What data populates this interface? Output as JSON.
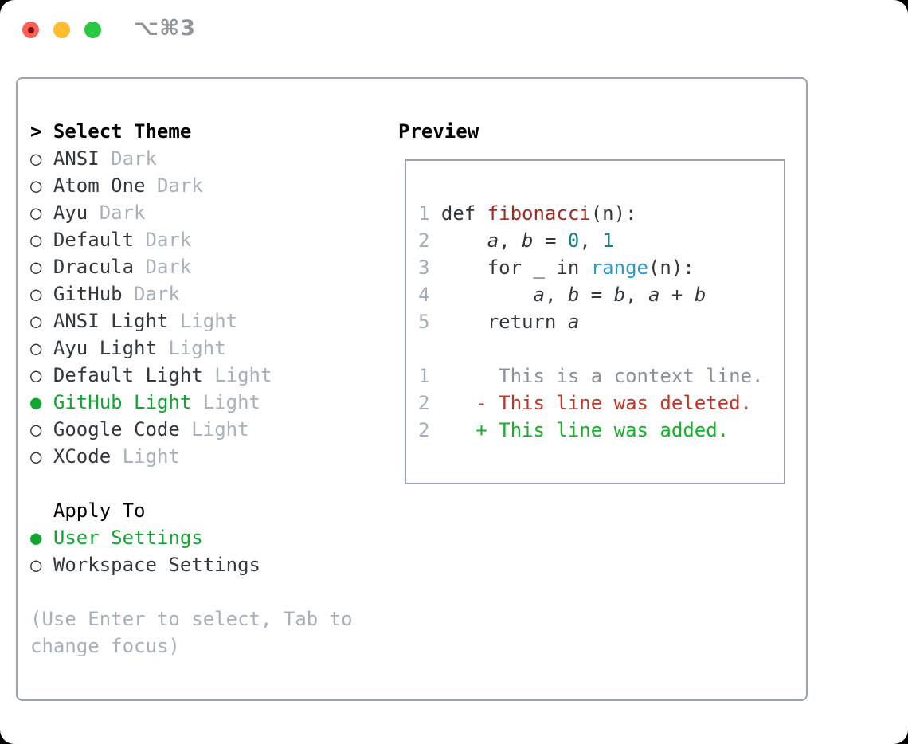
{
  "titlebar": {
    "title": "⌥⌘3",
    "traffic_lights": {
      "close_color": "#fd5f57",
      "close_unsaved_dot_color": "#7d0f08",
      "minimize_color": "#febc2e",
      "zoom_color": "#28c840"
    }
  },
  "sidebar": {
    "header_marker": ">",
    "header": "Select Theme",
    "markers": {
      "selected": "●",
      "unselected": "○"
    },
    "themes": [
      {
        "marker": "○",
        "name": "ANSI",
        "tag": "Dark",
        "selected": false
      },
      {
        "marker": "○",
        "name": "Atom One",
        "tag": "Dark",
        "selected": false
      },
      {
        "marker": "○",
        "name": "Ayu",
        "tag": "Dark",
        "selected": false
      },
      {
        "marker": "○",
        "name": "Default",
        "tag": "Dark",
        "selected": false
      },
      {
        "marker": "○",
        "name": "Dracula",
        "tag": "Dark",
        "selected": false
      },
      {
        "marker": "○",
        "name": "GitHub",
        "tag": "Dark",
        "selected": false
      },
      {
        "marker": "○",
        "name": "ANSI Light",
        "tag": "Light",
        "selected": false
      },
      {
        "marker": "○",
        "name": "Ayu Light",
        "tag": "Light",
        "selected": false
      },
      {
        "marker": "○",
        "name": "Default Light",
        "tag": "Light",
        "selected": false
      },
      {
        "marker": "●",
        "name": "GitHub Light",
        "tag": "Light",
        "selected": true
      },
      {
        "marker": "○",
        "name": "Google Code",
        "tag": "Light",
        "selected": false
      },
      {
        "marker": "○",
        "name": "XCode",
        "tag": "Light",
        "selected": false
      }
    ],
    "apply_to": {
      "label": "Apply To",
      "options": [
        {
          "marker": "●",
          "name": "User Settings",
          "selected": true
        },
        {
          "marker": "○",
          "name": "Workspace Settings",
          "selected": false
        }
      ]
    },
    "hint_line1": "(Use Enter to select, Tab to",
    "hint_line2": "change focus)"
  },
  "preview": {
    "label": "Preview",
    "code": [
      {
        "num": "1",
        "s0": "def ",
        "s1": "fibonacci",
        "s2": "(n):"
      },
      {
        "num": "2",
        "s0": "    ",
        "s1": "a",
        "s2": ", ",
        "s3": "b",
        "s4": " = ",
        "s5": "0",
        "s6": ", ",
        "s7": "1"
      },
      {
        "num": "3",
        "s0": "    for _ in ",
        "s1": "range",
        "s2": "(n):"
      },
      {
        "num": "4",
        "s0": "        ",
        "s1": "a",
        "s2": ", ",
        "s3": "b",
        "s4": " = ",
        "s5": "b",
        "s6": ", ",
        "s7": "a",
        "s8": " + ",
        "s9": "b"
      },
      {
        "num": "5",
        "s0": "    return ",
        "s1": "a"
      }
    ],
    "diff": [
      {
        "num": "1",
        "marker": " ",
        "text": "This is a context line."
      },
      {
        "num": "2",
        "marker": "-",
        "text": "This line was deleted."
      },
      {
        "num": "2",
        "marker": "+",
        "text": "This line was added."
      }
    ]
  },
  "colors": {
    "panel_border": "#9aa3af",
    "text_main": "#32383e",
    "text_muted_tag": "#a8b1bb",
    "line_number": "#a2acba",
    "selected_green": "#12a630",
    "diff_added_green": "#14b229",
    "diff_deleted_red": "#c23325",
    "diff_context_gray": "#8a9199",
    "syntax_function_red": "#a52b1f",
    "syntax_literal_teal": "#0e7e89",
    "syntax_builtin_blue": "#2a9ad4",
    "title_gray": "#8e9398"
  }
}
